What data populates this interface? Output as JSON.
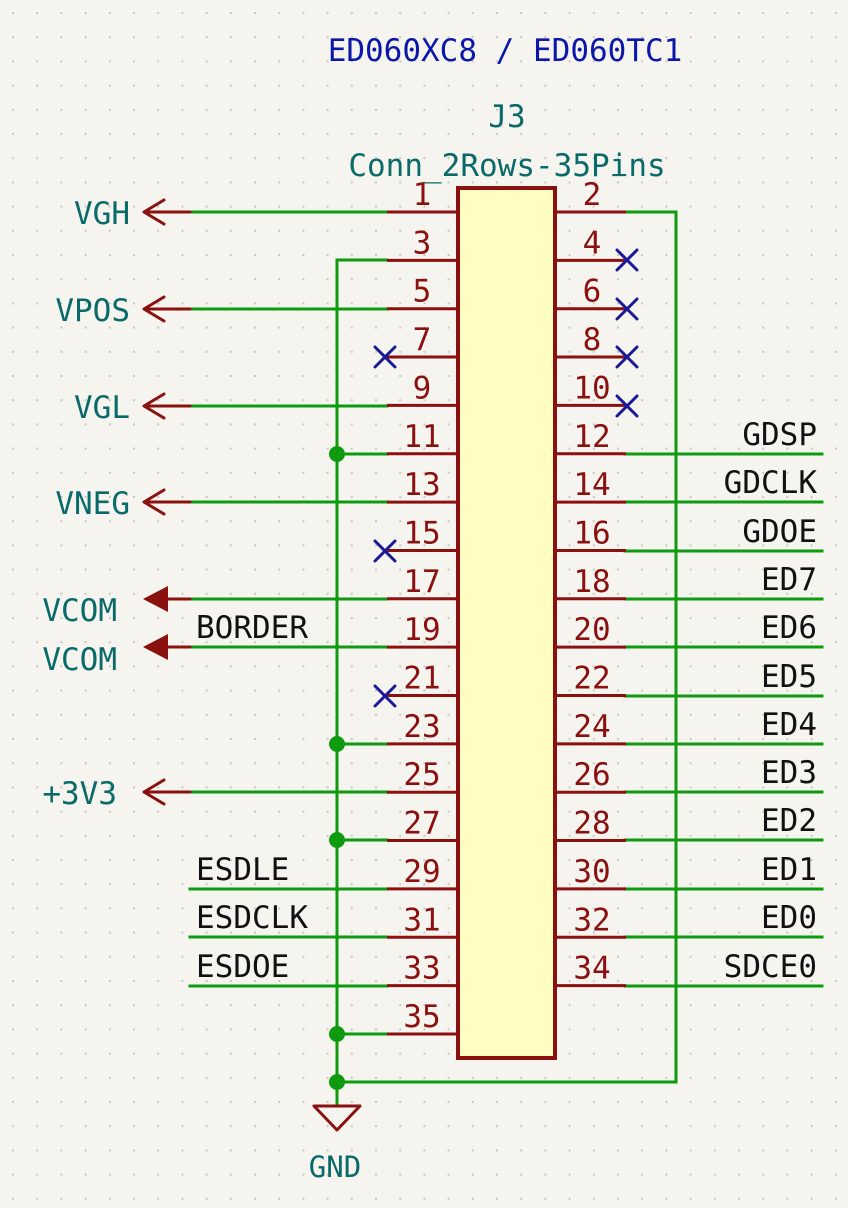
{
  "colors": {
    "background": "#f5f4ef",
    "wire": "#0f9a0f",
    "pin": "#8b1010",
    "pin_number": "#8b1010",
    "body_fill": "#fffdc2",
    "body_stroke": "#8b1010",
    "power_label": "#0a6a6a",
    "net_label": "#111111",
    "no_connect": "#1a1a99",
    "title": "#0b17a8"
  },
  "title": "ED060XC8 / ED060TC1",
  "ref": "J3",
  "value": "Conn_2Rows-35Pins",
  "pins": [
    "1",
    "2",
    "3",
    "4",
    "5",
    "6",
    "7",
    "8",
    "9",
    "10",
    "11",
    "12",
    "13",
    "14",
    "15",
    "16",
    "17",
    "18",
    "19",
    "20",
    "21",
    "22",
    "23",
    "24",
    "25",
    "26",
    "27",
    "28",
    "29",
    "30",
    "31",
    "32",
    "33",
    "34",
    "35"
  ],
  "power_labels": [
    "VGH",
    "VPOS",
    "VGL",
    "VNEG",
    "VCOM",
    "VCOM",
    "+3V3"
  ],
  "left_net_labels": [
    "BORDER",
    "ESDLE",
    "ESDCLK",
    "ESDOE"
  ],
  "right_net_labels": [
    "GDSP",
    "GDCLK",
    "GDOE",
    "ED7",
    "ED6",
    "ED5",
    "ED4",
    "ED3",
    "ED2",
    "ED1",
    "ED0",
    "SDCE0"
  ],
  "gnd": "GND",
  "icons": {
    "power_out": "arrow-open-icon",
    "power_in": "arrow-filled-icon",
    "no_connect": "x-mark-icon",
    "ground": "ground-icon"
  }
}
